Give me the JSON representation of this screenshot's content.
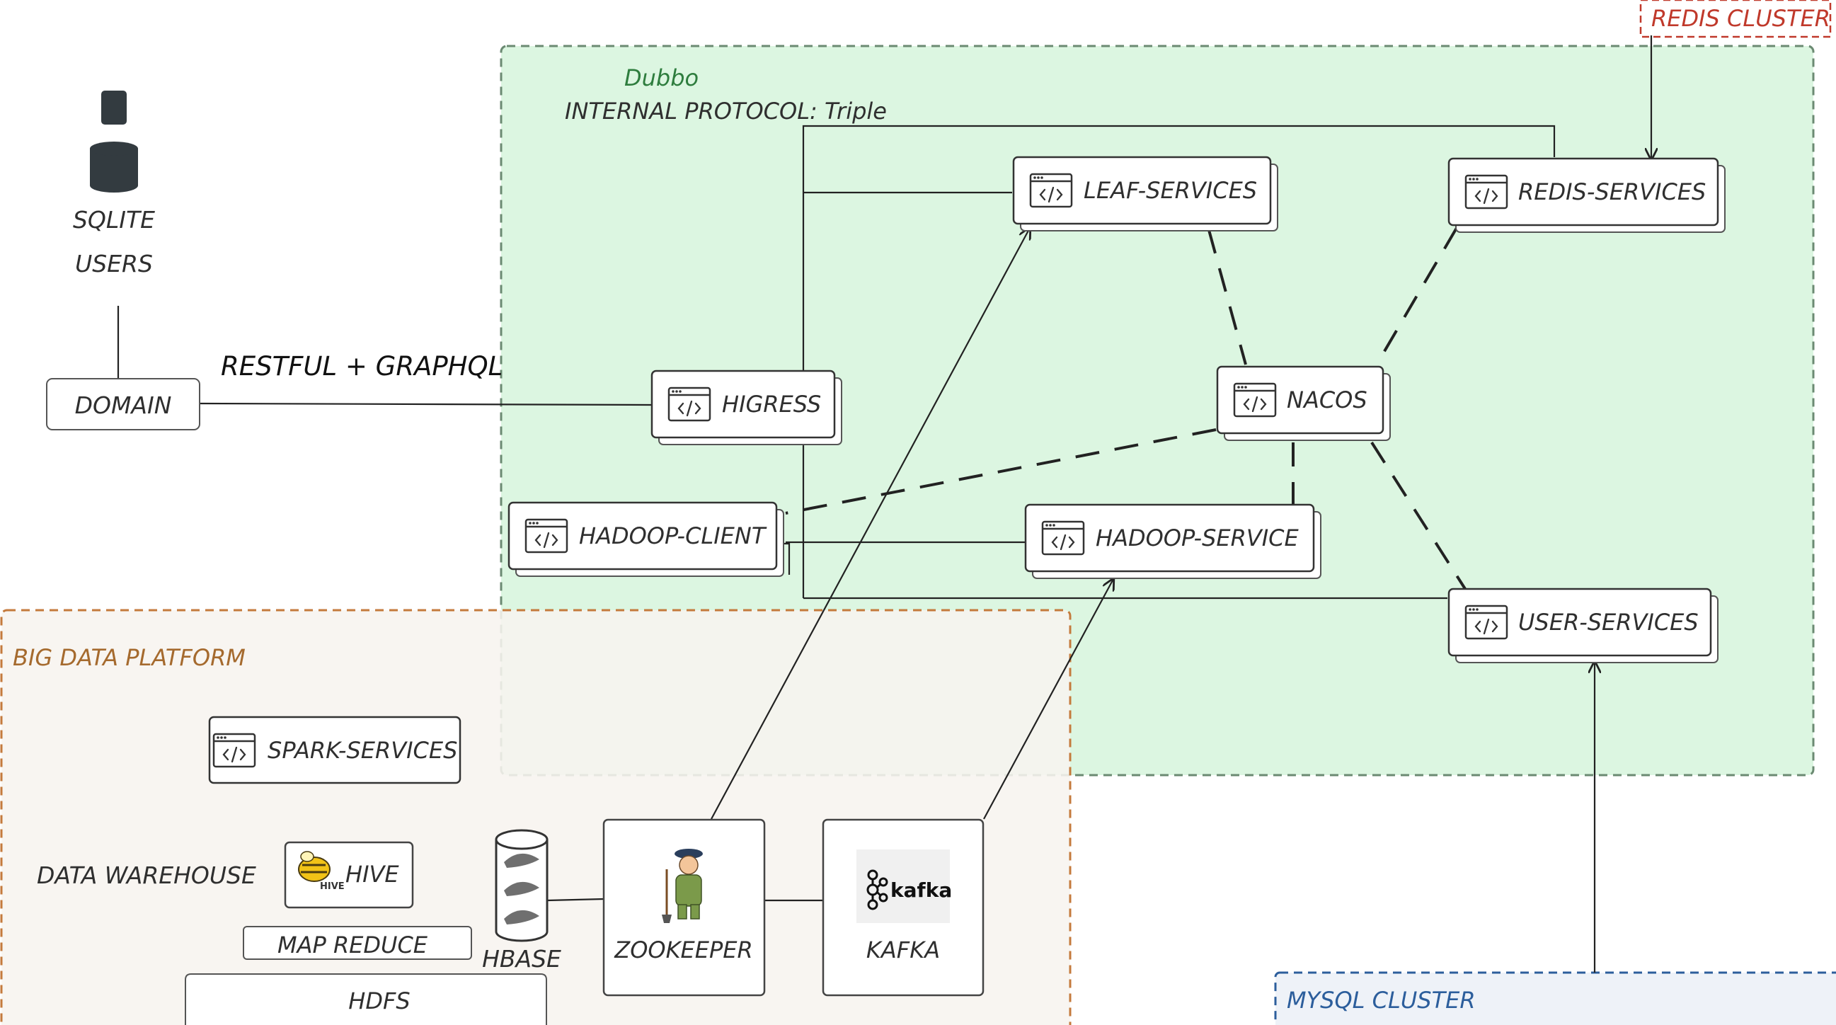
{
  "regions": {
    "dubbo": "Dubbo",
    "dubbo_protocol": "INTERNAL PROTOCOL: Triple",
    "redis_cluster": "REDIS CLUSTER",
    "big_data_platform": "BIG DATA PLATFORM",
    "mysql_cluster": "MYSQL CLUSTER"
  },
  "left": {
    "sqlite": "SQLITE",
    "users": "USERS",
    "domain": "DOMAIN",
    "edge_label": "RESTFUL + GRAPHQL"
  },
  "services": {
    "higress": "HIGRESS",
    "leaf": "LEAF-SERVICES",
    "redis": "REDIS-SERVICES",
    "nacos": "NACOS",
    "hadoop_client": "HADOOP-CLIENT",
    "hadoop_service": "HADOOP-SERVICE",
    "user": "USER-SERVICES",
    "spark": "SPARK-SERVICES"
  },
  "bigdata": {
    "data_warehouse": "DATA WAREHOUSE",
    "hive": "HIVE",
    "hive_logo_text": "HIVE",
    "map_reduce": "MAP REDUCE",
    "hdfs": "HDFS",
    "hbase": "HBASE",
    "zookeeper": "ZOOKEEPER",
    "kafka": "KAFKA",
    "kafka_logo_text": "kafka"
  },
  "colors": {
    "dubbo_fill": "#dcf6e1",
    "dubbo_border": "#6b8a72",
    "dubbo_title": "#2e7d3e",
    "redis_red": "#c0392b",
    "bigdata_border": "#c47a3c",
    "bigdata_fill": "#f7f4ef",
    "bigdata_title": "#a56a2e",
    "mysql_blue": "#2c5e9c",
    "mysql_fill": "#eef2f8",
    "line": "#222222"
  }
}
